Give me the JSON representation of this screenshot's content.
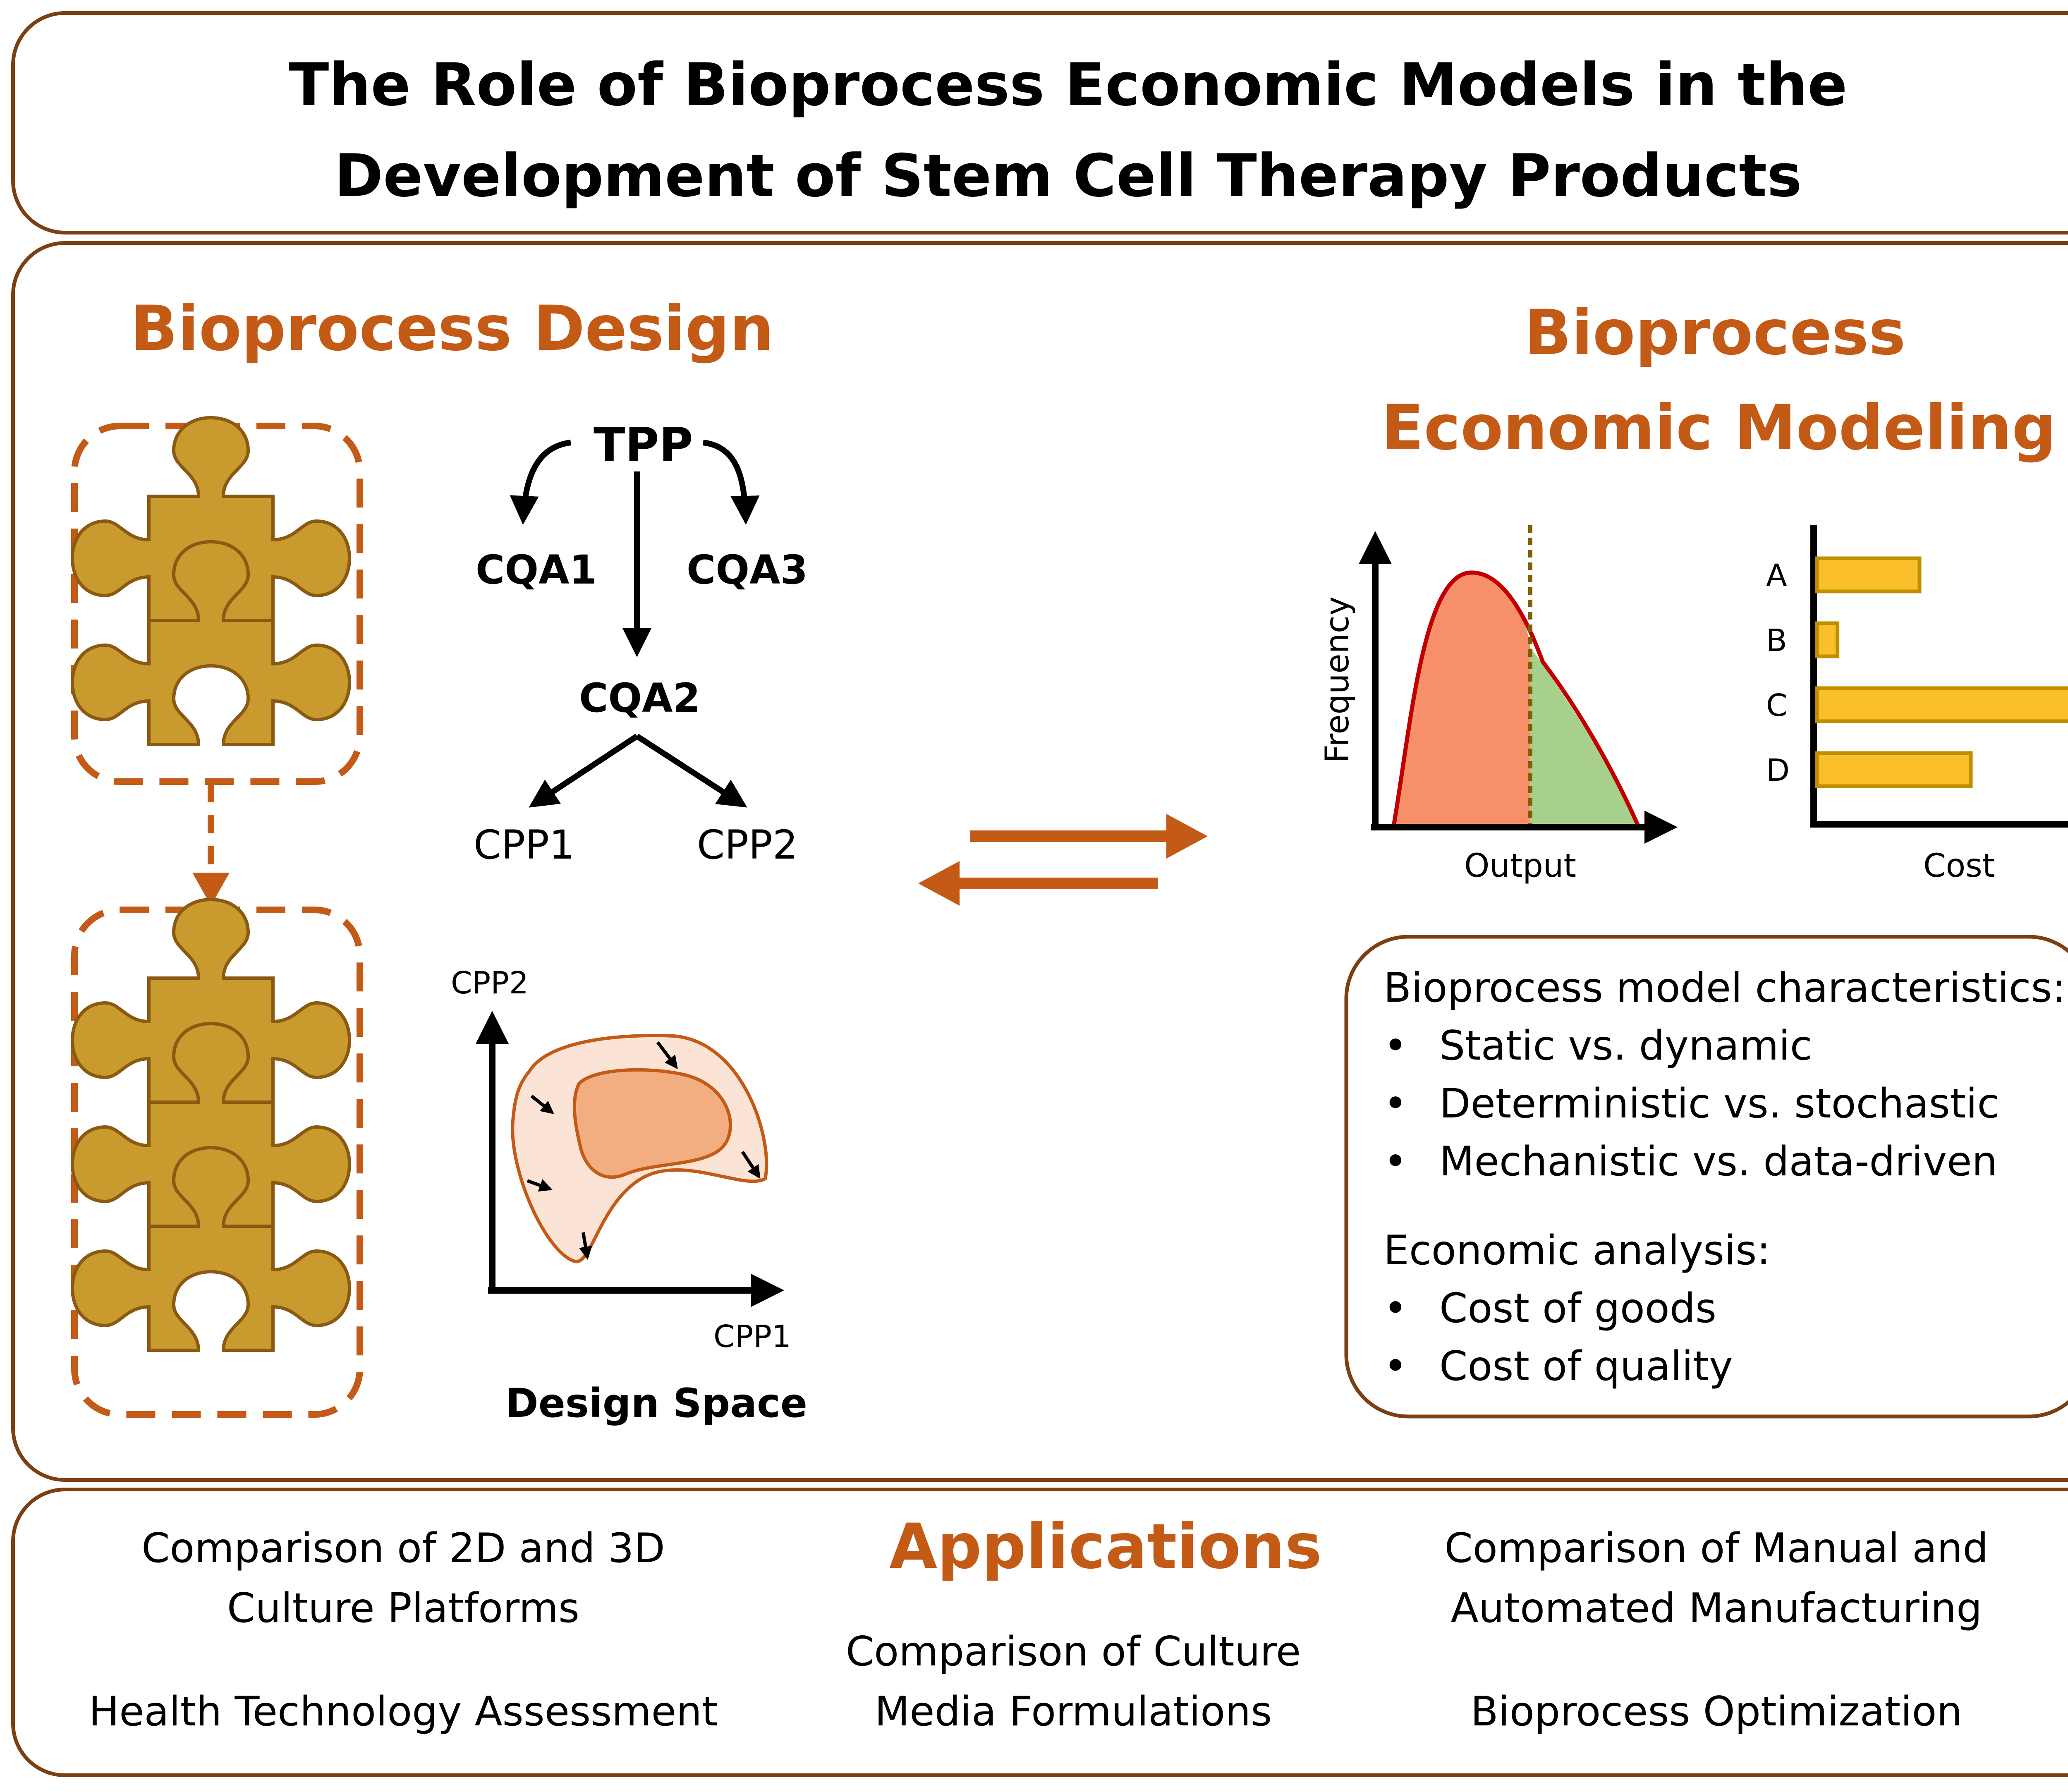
{
  "title": {
    "line1": "The Role of Bioprocess Economic Models in the",
    "line2": "Development of Stem Cell Therapy Products"
  },
  "design": {
    "heading": "Bioprocess Design",
    "tree": {
      "tpp": "TPP",
      "cqa1": "CQA1",
      "cqa2": "CQA2",
      "cqa3": "CQA3",
      "cpp1": "CPP1",
      "cpp2": "CPP2"
    },
    "design_space": {
      "y_label": "CPP2",
      "x_label": "CPP1",
      "caption": "Design Space"
    }
  },
  "modeling": {
    "heading_line1": "Bioprocess",
    "heading_line2": "Economic Modeling",
    "freq_chart": {
      "ylabel": "Frequency",
      "xlabel": "Output"
    },
    "cost_chart": {
      "xlabel": "Cost",
      "categories": [
        "A",
        "B",
        "C",
        "D"
      ],
      "values": [
        0.4,
        0.08,
        1.0,
        0.6
      ]
    },
    "characteristics": {
      "header": "Bioprocess model characteristics:",
      "items": [
        "Static vs. dynamic",
        "Deterministic vs. stochastic",
        "Mechanistic vs. data-driven"
      ],
      "analysis_header": "Economic analysis:",
      "analysis_items": [
        "Cost of goods",
        "Cost of quality"
      ]
    },
    "bullet": "•"
  },
  "applications": {
    "heading": "Applications",
    "left_top": [
      "Comparison of 2D and 3D",
      "Culture Platforms"
    ],
    "left_bottom": "Health Technology Assessment",
    "center_bottom": [
      "Comparison of Culture",
      "Media Formulations"
    ],
    "right_top": [
      "Comparison of Manual and",
      "Automated Manufacturing"
    ],
    "right_bottom": "Bioprocess Optimization"
  },
  "colors": {
    "accent": "#c35a16",
    "border": "#7b3f12",
    "puzzle": "#c99a2e",
    "bar": "#fbbf2a",
    "curve_red": "#f78f6b",
    "curve_green": "#a8d08d",
    "ds_outer": "#fbe4d5",
    "ds_inner": "#f2ae80"
  }
}
